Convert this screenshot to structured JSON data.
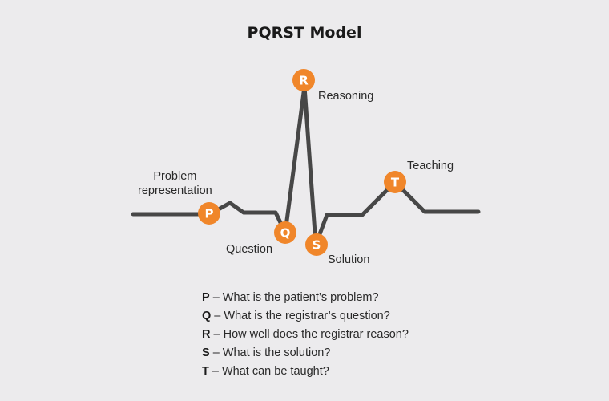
{
  "title": "PQRST Model",
  "accent_color": "#f0862a",
  "line_color": "#474747",
  "markers": [
    {
      "letter": "P",
      "label": "Problem\nrepresentation"
    },
    {
      "letter": "Q",
      "label": "Question"
    },
    {
      "letter": "R",
      "label": "Reasoning"
    },
    {
      "letter": "S",
      "label": "Solution"
    },
    {
      "letter": "T",
      "label": "Teaching"
    }
  ],
  "legend": [
    {
      "key": "P",
      "text": " – What is the patient’s problem?"
    },
    {
      "key": "Q",
      "text": " – What is the registrar’s question?"
    },
    {
      "key": "R",
      "text": " – How well does the registrar reason?"
    },
    {
      "key": "S",
      "text": " – What is the solution?"
    },
    {
      "key": "T",
      "text": " – What can be taught?"
    }
  ]
}
